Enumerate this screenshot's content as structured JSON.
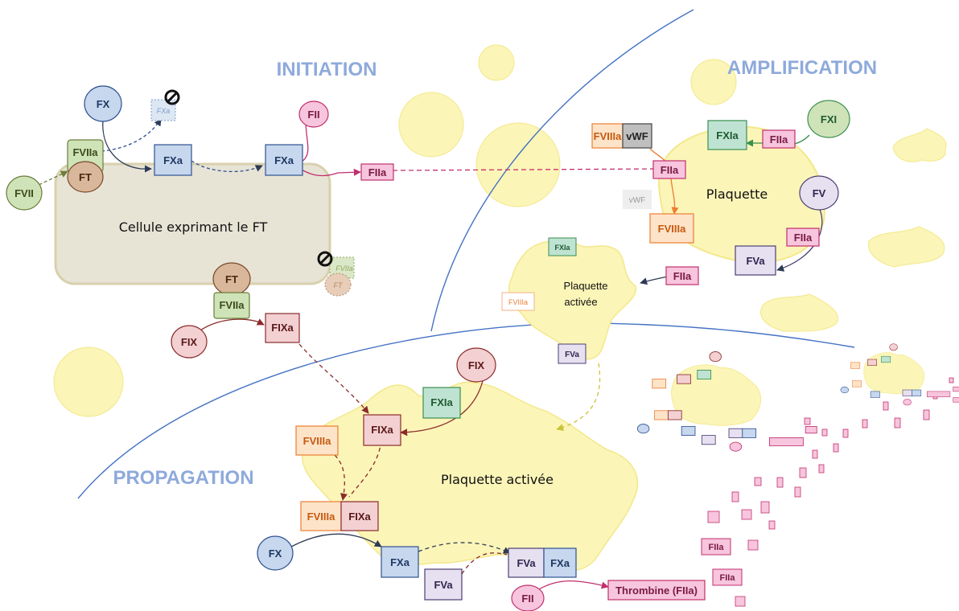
{
  "phases": {
    "initiation": "INITIATION",
    "amplification": "AMPLIFICATION",
    "propagation": "PROPAGATION"
  },
  "cell": {
    "label": "Cellule exprimant le FT"
  },
  "platelets": {
    "resting": "Plaquette",
    "activated_small_line1": "Plaquette",
    "activated_small_line2": "activée",
    "activated_large": "Plaquette activée"
  },
  "factors": {
    "fx": "FX",
    "fxa": "FXa",
    "fviia": "FVIIa",
    "ft": "FT",
    "fvii": "FVII",
    "fii": "FII",
    "fiia": "FIIa",
    "fix": "FIX",
    "fixa": "FIXa",
    "fxi": "FXI",
    "fxia": "FXIa",
    "fviiia": "FVIIIa",
    "vwf": "vWF",
    "fv": "FV",
    "fva": "FVa",
    "thrombine": "Thrombine (FIIa)"
  },
  "colors": {
    "phase_title": "#8eaadb",
    "divider": "#4472c4",
    "platelet_fill": "#fbf5b8",
    "platelet_stroke": "#f3e88a",
    "cell_fill": "#e7e4d6",
    "cell_stroke": "#d8d0ad",
    "blue": "#c6d7ee",
    "blue_stroke": "#2f528f",
    "green": "#cfe3b8",
    "teal": "#bfe3d2",
    "brown": "#d9b79b",
    "pink": "#f7c5dd",
    "pink_stroke": "#c0306e",
    "rose": "#f3d0d2",
    "rose_stroke": "#8b2b2b",
    "orange": "#fde4c8",
    "orange_stroke": "#ed7d31",
    "lavender": "#e6e0f0",
    "lavender_stroke": "#4b3f72"
  }
}
